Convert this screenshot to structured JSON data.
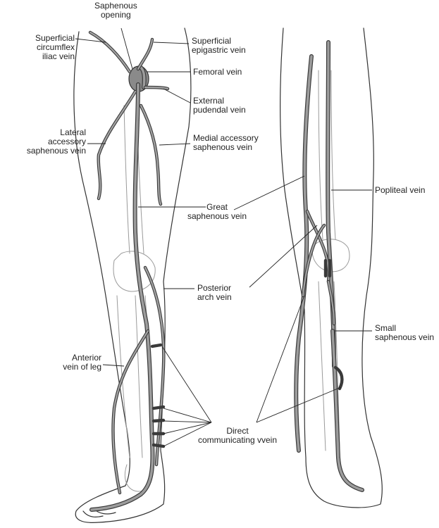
{
  "labels": {
    "saphenous_opening": "Saphenous\nopening",
    "superficial_circumflex_iliac_vein": "Superficial\ncircumflex\niliac vein",
    "superficial_epigastric_vein": "Superficial\nepigastric vein",
    "femoral_vein": "Femoral vein",
    "external_pudendal_vein": "External\npudendal vein",
    "lateral_accessory_saphenous_vein": "Lateral\naccessory\nsaphenous vein",
    "medial_accessory_saphenous_vein": "Medial accessory\nsaphenous vein",
    "great_saphenous_vein": "Great\nsaphenous vein",
    "popliteal_vein": "Popliteal vein",
    "posterior_arch_vein": "Posterior\narch vein",
    "small_saphenous_vein": "Small\nsaphenous vein",
    "anterior_vein_of_leg": "Anterior\nvein of leg",
    "direct_communicating_vein": "Direct\ncommunicating vvein"
  }
}
